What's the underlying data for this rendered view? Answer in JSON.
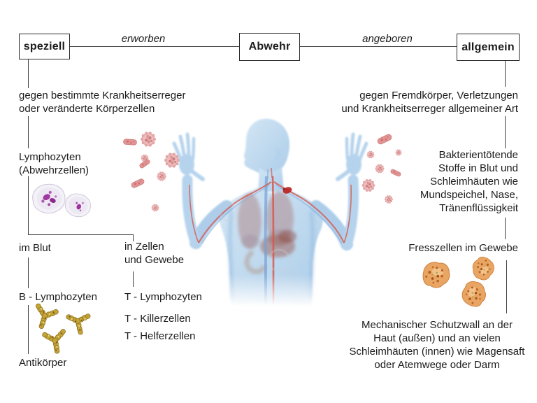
{
  "nodes": {
    "root": "Abwehr",
    "left": "speziell",
    "right": "allgemein"
  },
  "edges": {
    "left": "erworben",
    "right": "angeboren"
  },
  "left_column": {
    "description": "gegen bestimmte Krankheitserreger\noder veränderte Körperzellen",
    "lymphocytes": "Lymphozyten\n(Abwehrzellen)",
    "in_blood": "im Blut",
    "in_cells": "in Zellen\nund Gewebe",
    "b_lymphocytes": "B - Lymphozyten",
    "t_lymphocytes": "T - Lymphozyten",
    "t_killer": "T - Killerzellen",
    "t_helper": "T - Helferzellen",
    "antibodies": "Antikörper"
  },
  "right_column": {
    "description": "gegen Fremdkörper, Verletzungen\nund Krankheitserreger allgemeiner Art",
    "bactericidal": "Bakterientötende\nStoffe in Blut und\nSchleimhäuten wie\nMundspeichel, Nase,\nTränenflüssigkeit",
    "phagocytes": "Fresszellen im Gewebe",
    "mechanical": "Mechanischer Schutzwall an der\nHaut (außen) und an vielen\nSchleimhäuten (innen) wie Magensaft\noder Atemwege oder Darm"
  },
  "icons": {
    "human_figure": "human-body-defense-illustration",
    "pathogens_left": "virus-and-bacteria-particles-left",
    "pathogens_right": "virus-and-bacteria-particles-right",
    "lymphocyte_cells": "lymphocyte-cells",
    "antibody_molecules": "antibody-y-molecules",
    "phagocyte_cells": "phagocyte-cells"
  },
  "colors": {
    "text": "#1c1c1c",
    "line": "#3f3f3f",
    "body_blue": "#aecfeb",
    "pathogen_red": "#d98f8f",
    "antibody_gold": "#b8962e",
    "phagocyte_orange": "#e6a063",
    "nucleus_purple": "#a23aa2"
  }
}
